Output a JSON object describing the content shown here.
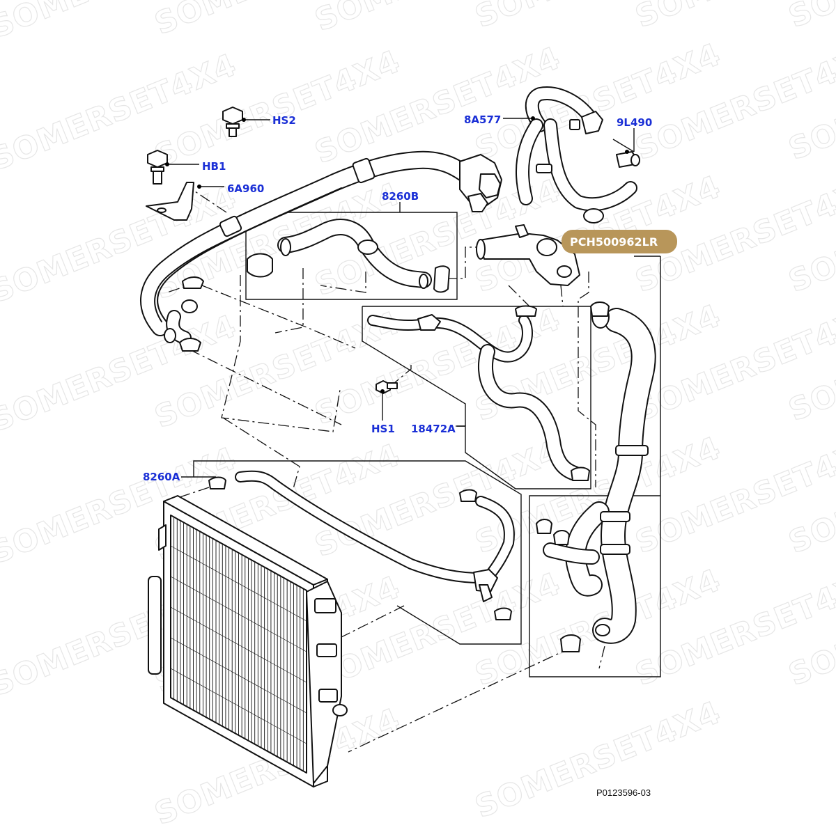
{
  "diagram": {
    "watermark": "SOMERSET4X4",
    "reference": "P0123596-03",
    "highlight": {
      "label": "PCH500962LR",
      "color": "#b8965a"
    },
    "label_color": "#1a2fd6",
    "callouts": [
      {
        "id": "hs2",
        "text": "HS2"
      },
      {
        "id": "hb1",
        "text": "HB1"
      },
      {
        "id": "6a960",
        "text": "6A960"
      },
      {
        "id": "8260b",
        "text": "8260B"
      },
      {
        "id": "8a577",
        "text": "8A577"
      },
      {
        "id": "9l490",
        "text": "9L490"
      },
      {
        "id": "hs1",
        "text": "HS1"
      },
      {
        "id": "18472a",
        "text": "18472A"
      },
      {
        "id": "8260a",
        "text": "8260A"
      }
    ]
  }
}
